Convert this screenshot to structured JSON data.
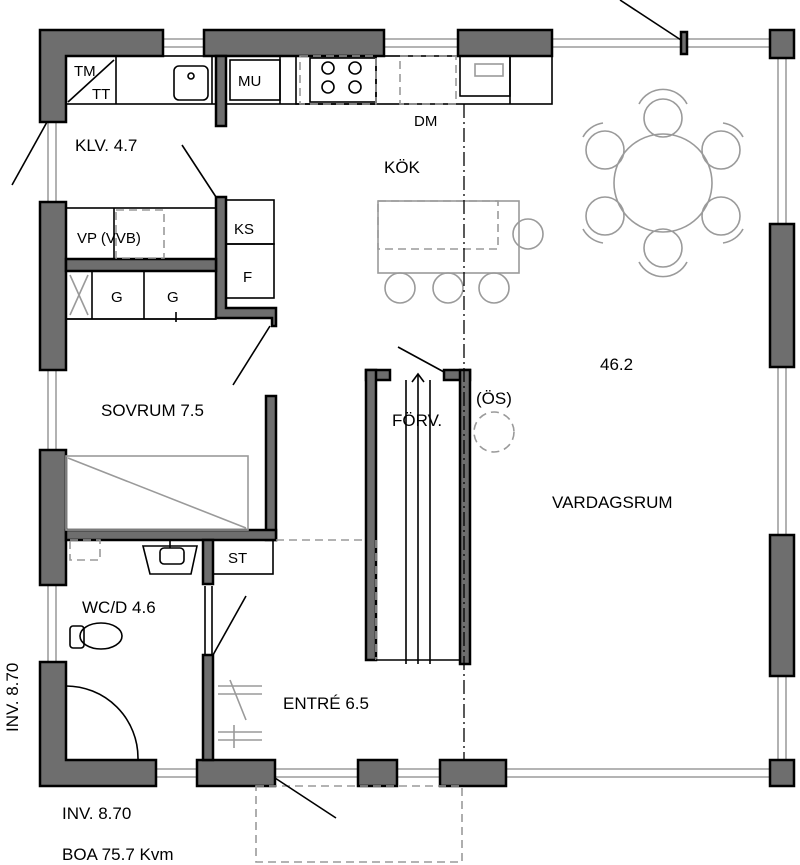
{
  "rooms": {
    "kitchen": "KÖK",
    "dishwasher": "DM",
    "walk_in_closet": "KLV. 4.7",
    "bedroom": "SOVRUM 7.5",
    "hall": "FÖRV.",
    "shower": "(ÖS)",
    "living_area": "46.2",
    "living_room": "VARDAGSRUM",
    "wc": "WC/D 4.6",
    "entrance": "ENTRÉ 6.5"
  },
  "fixtures": {
    "washer_dryer_top": "TM",
    "washer_dryer_bottom": "TT",
    "microwave": "MU",
    "fridge_freezer": "KS",
    "freezer": "F",
    "water_heater": "VP (VVB)",
    "wardrobe_a": "G",
    "wardrobe_b": "G",
    "cleaning_cabinet": "ST"
  },
  "dimensions": {
    "side_height": "INV. 8.70",
    "bottom_height": "INV. 8.70",
    "living_area_total": "BOA 75.7 Kvm"
  }
}
